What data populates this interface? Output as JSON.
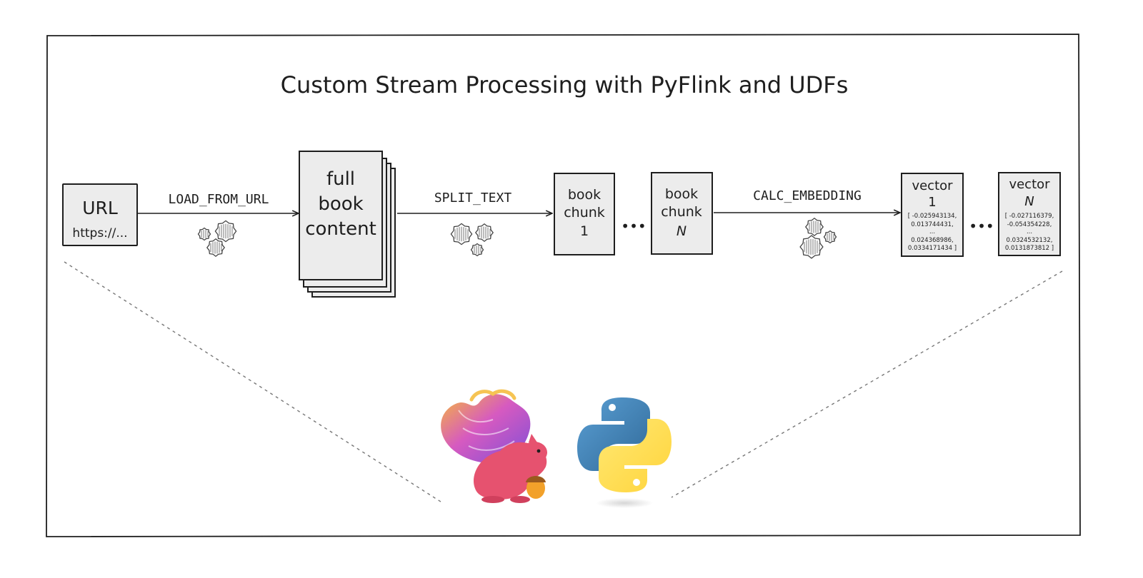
{
  "title": "Custom Stream Processing with PyFlink and UDFs",
  "steps": {
    "load": "LOAD_FROM_URL",
    "split": "SPLIT_TEXT",
    "embed": "CALC_EMBEDDING"
  },
  "url_box": {
    "title": "URL",
    "subtitle": "https://..."
  },
  "book_box": {
    "lines": [
      "full",
      "book",
      "content"
    ]
  },
  "chunk_1": {
    "lines": [
      "book",
      "chunk",
      "1"
    ]
  },
  "chunk_n": {
    "lines": [
      "book",
      "chunk",
      "N"
    ]
  },
  "vector_1": {
    "lines": [
      "vector",
      "1"
    ],
    "values": [
      "[ -0.025943134,",
      "0.013744431,",
      "...",
      "0.024368986,",
      "0.0334171434 ]"
    ]
  },
  "vector_n": {
    "lines": [
      "vector",
      "N"
    ],
    "values": [
      "[ -0.027116379,",
      "-0.054354228,",
      "...",
      "0.0324532132,",
      "0.0131873812 ]"
    ]
  },
  "ellipsis": "•••",
  "logos": [
    "apache-flink-squirrel-logo",
    "python-logo"
  ],
  "colors": {
    "stroke": "#1e1e1e",
    "box_fill": "#ececec",
    "python_blue": "#3b77a8",
    "python_yellow": "#ffd43b",
    "flink_pink": "#e6526f",
    "flink_purple": "#9b59d6"
  }
}
